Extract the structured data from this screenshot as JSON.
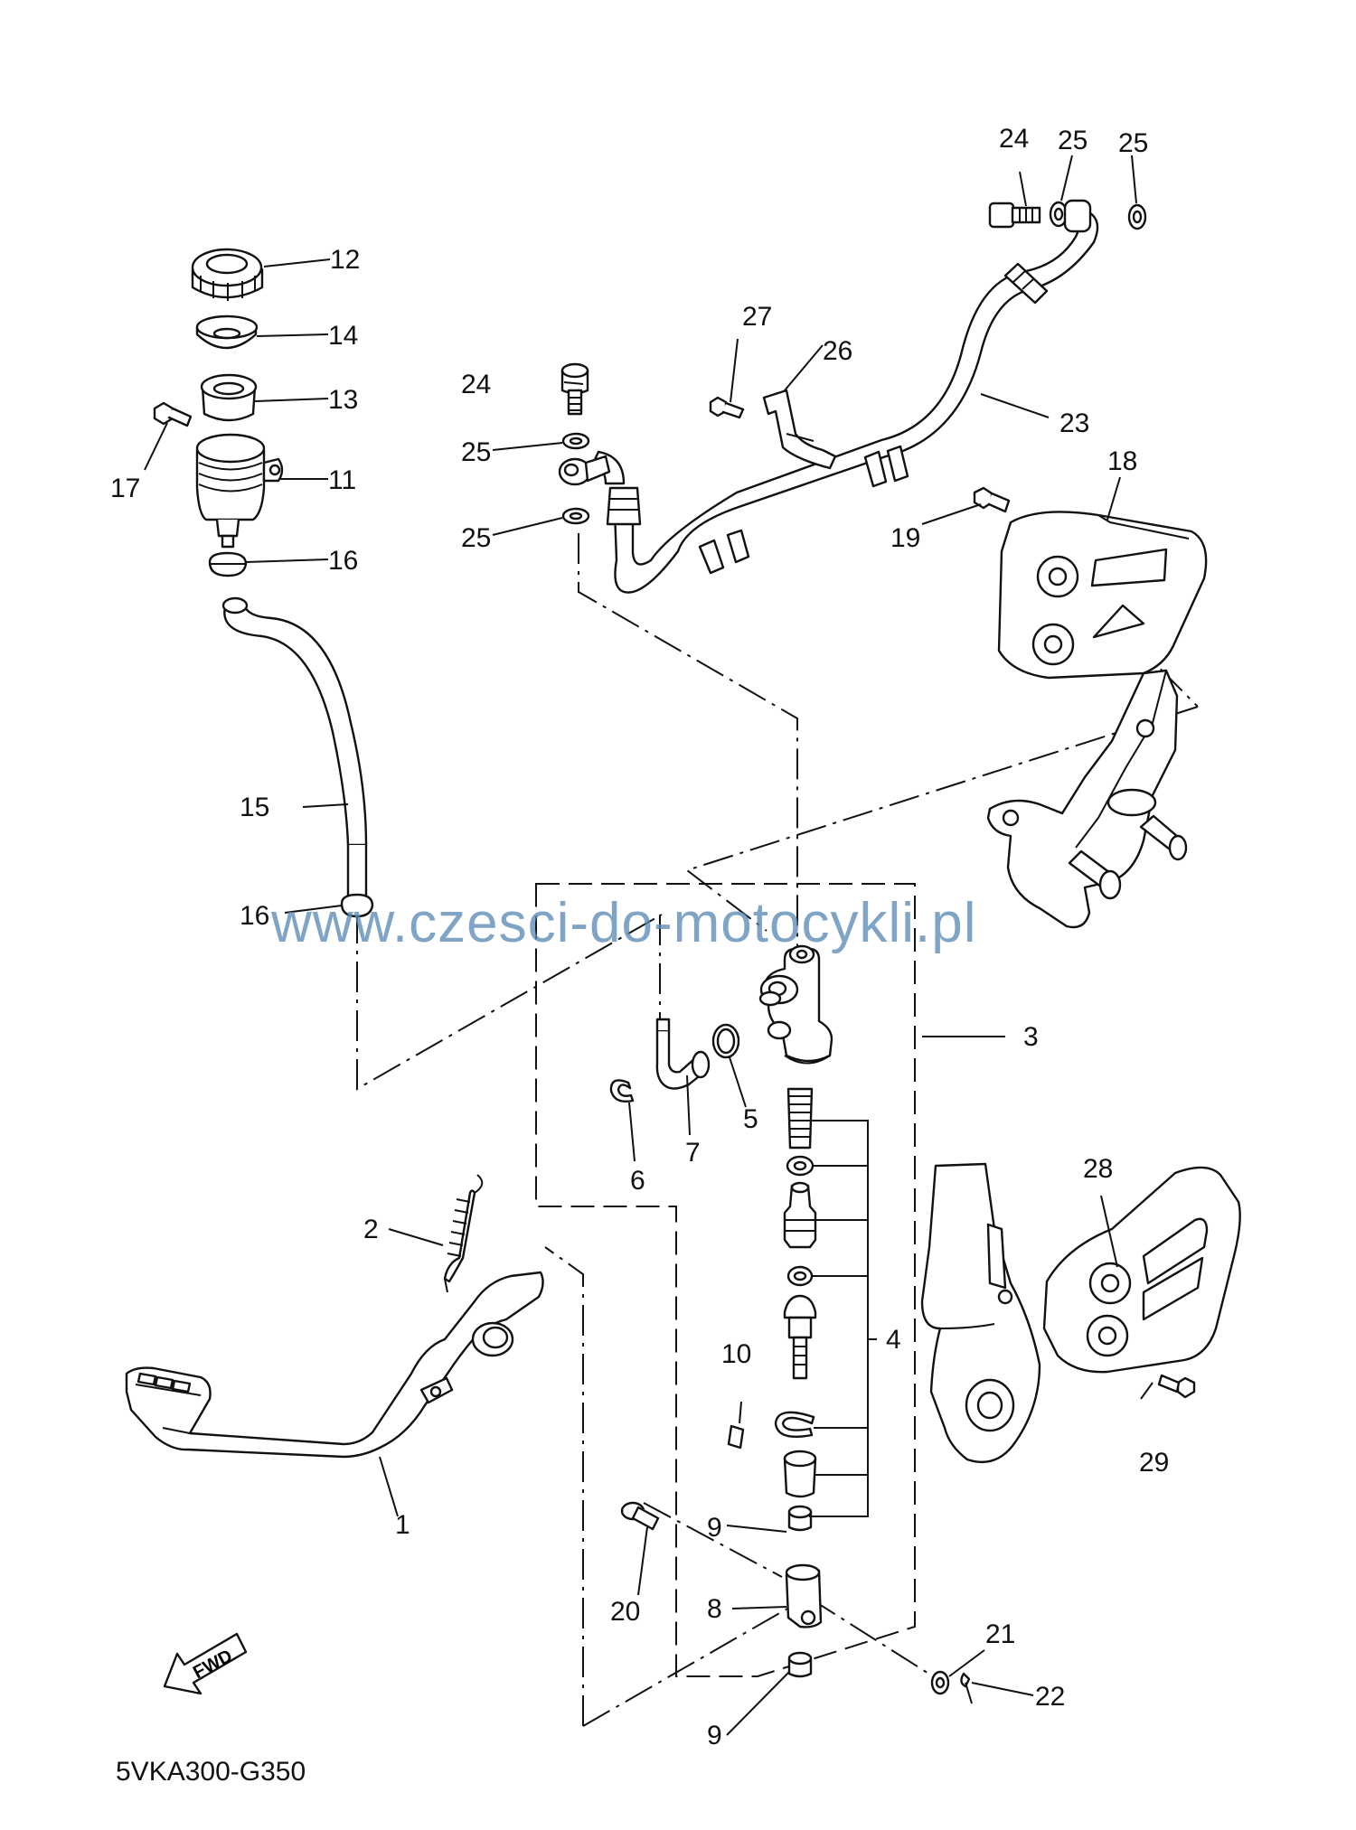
{
  "drawing_code": "5VKA300-G350",
  "watermark": "www.czesci-do-motocykli.pl",
  "fwd_label": "FWD",
  "callouts": {
    "c1": "1",
    "c2": "2",
    "c3": "3",
    "c4": "4",
    "c5": "5",
    "c6": "6",
    "c7": "7",
    "c8": "8",
    "c9a": "9",
    "c9b": "9",
    "c10": "10",
    "c11": "11",
    "c12": "12",
    "c13": "13",
    "c14": "14",
    "c15": "15",
    "c16a": "16",
    "c16b": "16",
    "c17": "17",
    "c18": "18",
    "c19": "19",
    "c20": "20",
    "c21": "21",
    "c22": "22",
    "c23": "23",
    "c24a": "24",
    "c24b": "24",
    "c25a": "25",
    "c25b": "25",
    "c25c": "25",
    "c25d": "25",
    "c26": "26",
    "c27": "27",
    "c28": "28",
    "c29": "29"
  }
}
